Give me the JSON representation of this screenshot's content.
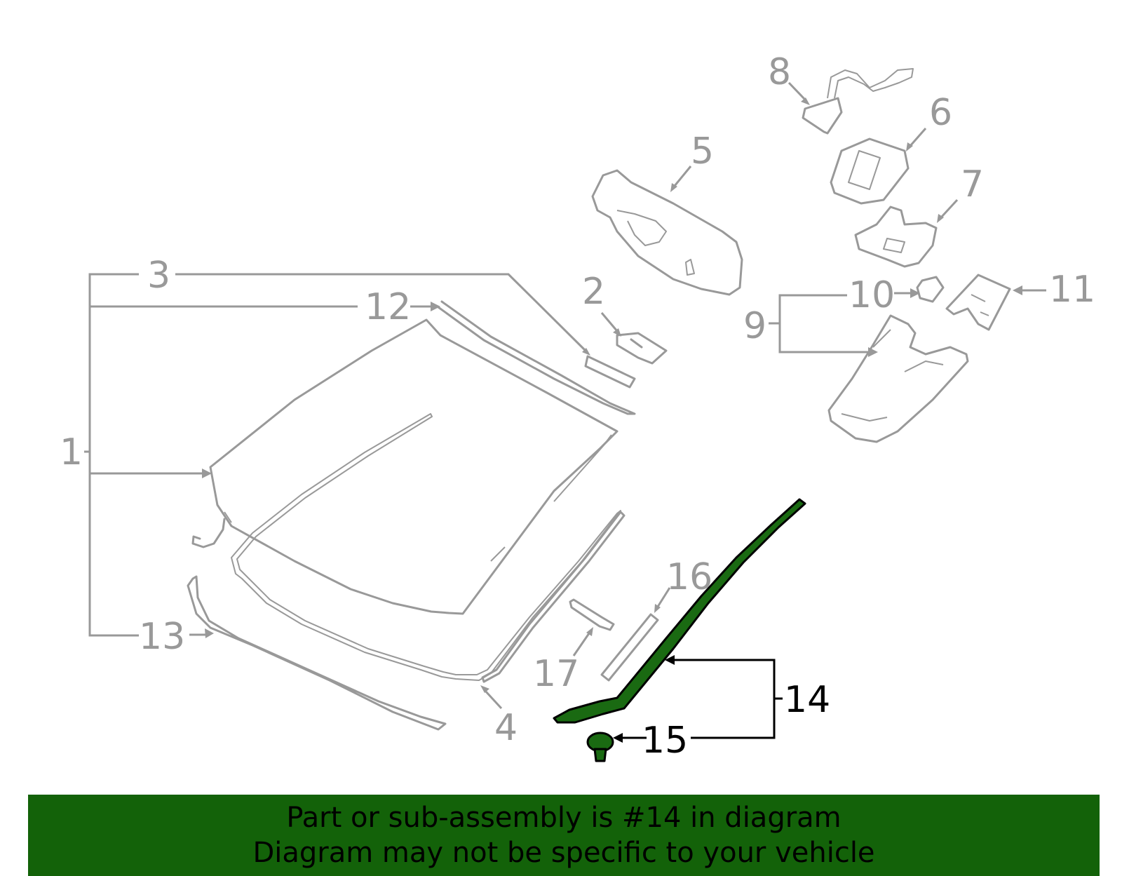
{
  "diagram": {
    "highlight_color": "#136209",
    "part_color": "#999999",
    "highlighted_part": "14",
    "callouts": {
      "c1": "1",
      "c2": "2",
      "c3": "3",
      "c4": "4",
      "c5": "5",
      "c6": "6",
      "c7": "7",
      "c8": "8",
      "c9": "9",
      "c10": "10",
      "c11": "11",
      "c12": "12",
      "c13": "13",
      "c14": "14",
      "c15": "15",
      "c16": "16",
      "c17": "17"
    }
  },
  "banner": {
    "line1": "Part or sub-assembly is #14 in diagram",
    "line2": "Diagram may not be specific to your vehicle"
  }
}
